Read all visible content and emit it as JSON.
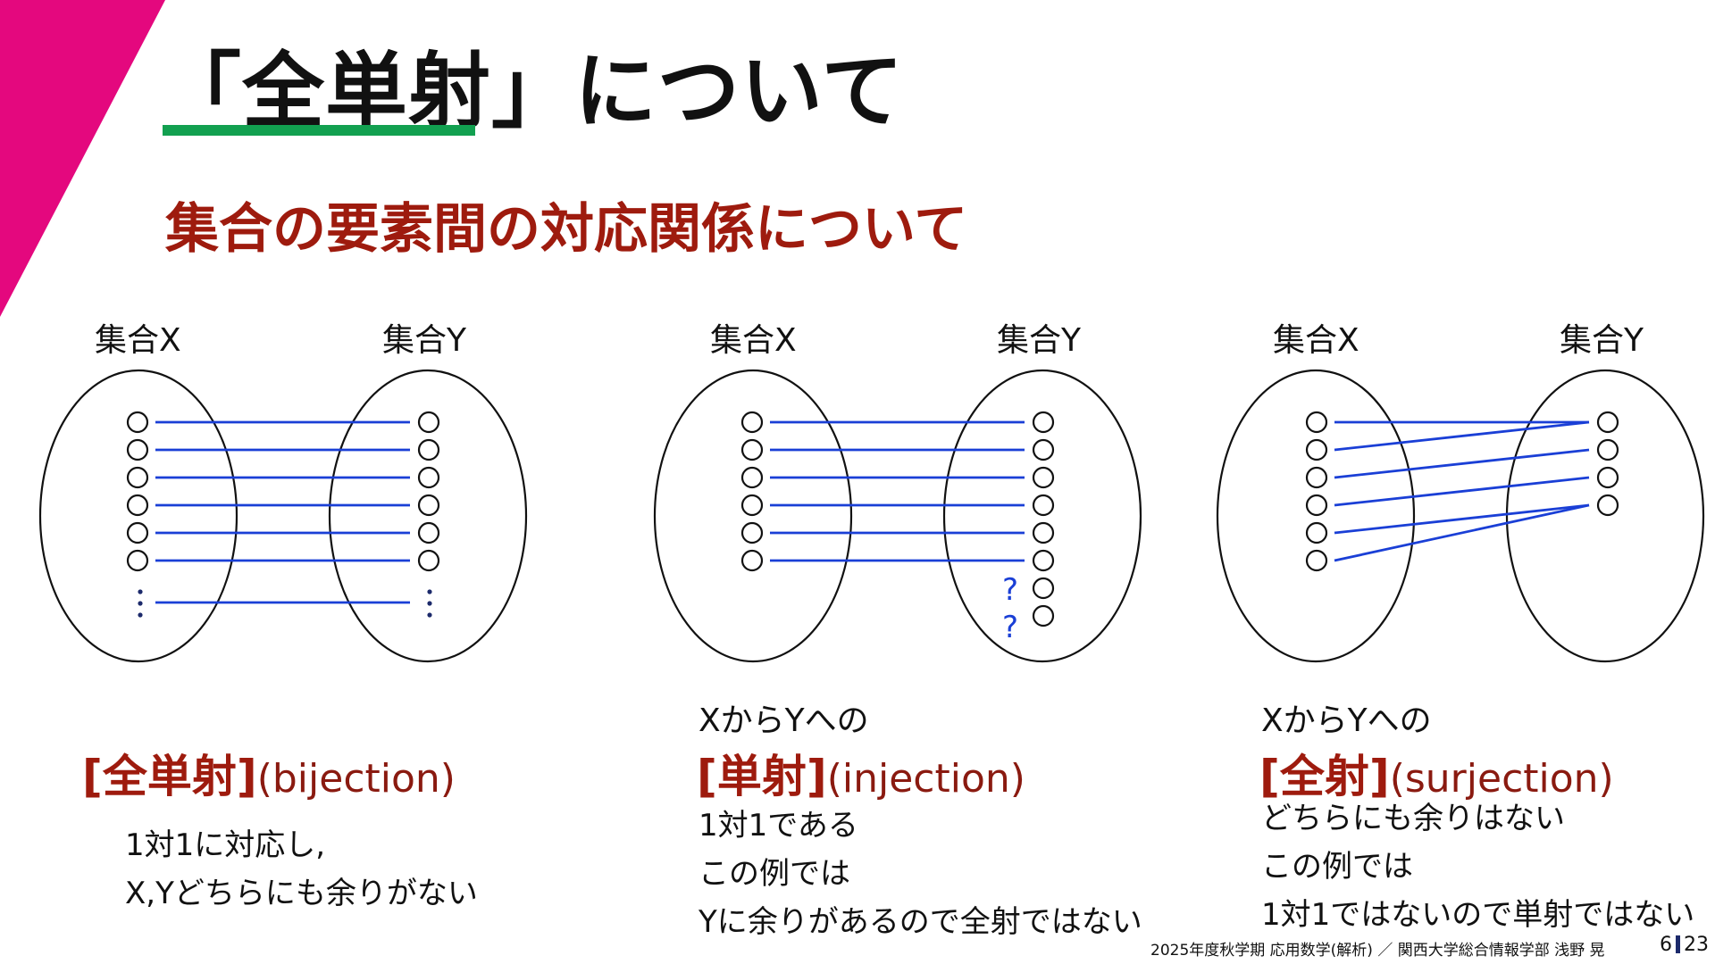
{
  "slide": {
    "title": "「全単射」について",
    "subtitle": "集合の要素間の対応関係について"
  },
  "colors": {
    "accent_magenta": "#e4087e",
    "underline_green": "#12a050",
    "heading_red": "#9e1b0e",
    "line_blue": "#1a3fd6",
    "dot_navy": "#1c2a6b"
  },
  "panels": [
    {
      "set_x": "集合X",
      "set_y": "集合Y",
      "term": "[全単射]",
      "term_en": "(bijection)",
      "description": [
        "1対1に対応し,",
        "X,Yどちらにも余りがない"
      ]
    },
    {
      "set_x": "集合X",
      "set_y": "集合Y",
      "pre": "XからYへの",
      "term": "[単射]",
      "term_en": "(injection)",
      "description": [
        "1対1である",
        "この例では",
        "Yに余りがあるので全射ではない"
      ],
      "question_marks": [
        "?",
        "?"
      ]
    },
    {
      "set_x": "集合X",
      "set_y": "集合Y",
      "pre": "XからYへの",
      "term": "[全射]",
      "term_en": "(surjection)",
      "description": [
        "どちらにも余りはない",
        "この例では",
        "1対1ではないので単射ではない"
      ]
    }
  ],
  "footer": {
    "text": "2025年度秋学期 応用数学(解析) ／ 関西大学総合情報学部 浅野 晃",
    "page_current": "6",
    "page_total": "23"
  }
}
